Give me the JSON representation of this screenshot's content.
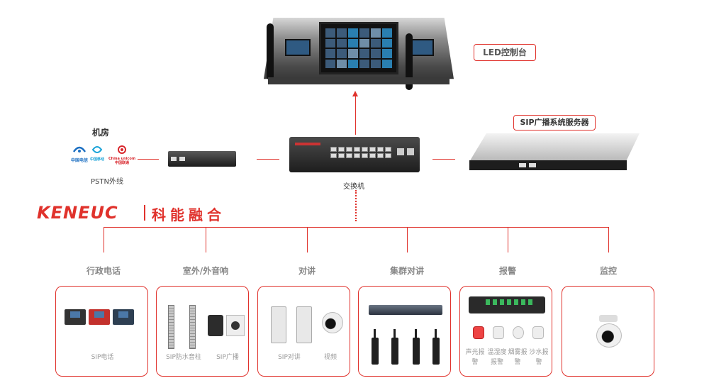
{
  "top": {
    "console_label": "LED控制台"
  },
  "machine_room": {
    "title": "机房",
    "carriers": [
      "中国电信",
      "中国移动",
      "China unicom中国联通"
    ],
    "pstn_label": "PSTN外线"
  },
  "core": {
    "switch_label": "交换机",
    "server_label": "SIP广播系统服务器"
  },
  "brand": {
    "latin": "KENEUC",
    "chinese": "科能融合"
  },
  "categories": [
    {
      "title": "行政电话",
      "captions": [
        "SIP电话"
      ]
    },
    {
      "title": "室外/外音响",
      "captions": [
        "SIP防水音柱",
        "SIP广播"
      ]
    },
    {
      "title": "对讲",
      "captions": [
        "SIP对讲",
        "视频"
      ]
    },
    {
      "title": "集群对讲",
      "captions": []
    },
    {
      "title": "报警",
      "captions": [
        "声光报警",
        "温湿度报警",
        "烟雾报警",
        "沙水报警"
      ]
    },
    {
      "title": "监控",
      "captions": []
    }
  ],
  "colors": {
    "accent": "#e0322c",
    "category_text": "#888888"
  }
}
